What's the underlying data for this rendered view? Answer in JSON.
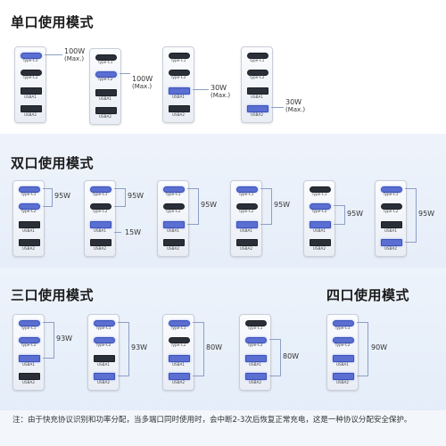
{
  "port_labels": {
    "c1": "Type-C1",
    "c2": "Type-C2",
    "a1": "USBA1",
    "a2": "USBA2"
  },
  "colors": {
    "active_port": "#5a6fd1",
    "idle_port": "#2a2f38",
    "connector": "#8d9fc4"
  },
  "single_mode": {
    "title": "单口使用模式",
    "configs": [
      {
        "watt": "100W",
        "note": "(Max.)"
      },
      {
        "watt": "100W",
        "note": "(Max.)"
      },
      {
        "watt": "30W",
        "note": "(Max.)"
      },
      {
        "watt": "30W",
        "note": "(Max.)"
      }
    ]
  },
  "dual_mode": {
    "title": "双口使用模式",
    "labels": [
      "95W",
      "95W",
      "15W",
      "95W",
      "95W",
      "95W",
      "95W"
    ]
  },
  "triple_mode": {
    "title": "三口使用模式",
    "labels": [
      "93W",
      "93W",
      "80W",
      "80W"
    ]
  },
  "quad_mode": {
    "title": "四口使用模式",
    "labels": [
      "90W"
    ]
  },
  "footnote": "注：由于快充协议识别和功率分配，当多端口同时使用时，会中断2-3次后恢复正常充电，这是一种协议分配安全保护。"
}
